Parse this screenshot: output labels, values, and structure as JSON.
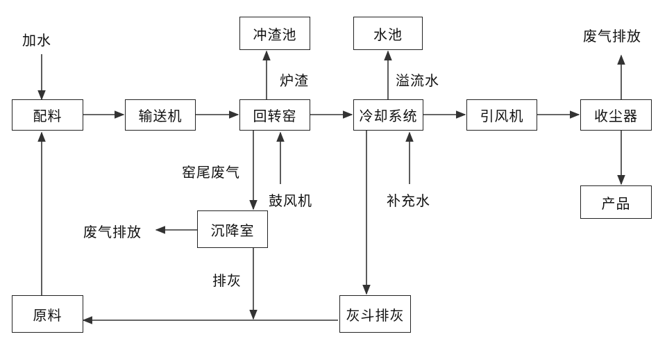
{
  "nodes": {
    "peiliao": "配料",
    "shusongji": "输送机",
    "huizhuanyao": "回转窑",
    "chongzhachi": "冲渣池",
    "shuichi": "水池",
    "lengque": "冷却系统",
    "yinfengji": "引风机",
    "shouchenqi": "收尘器",
    "chanpin": "产品",
    "chenjiangshi": "沉降室",
    "yuanliao": "原料",
    "huidou": "灰斗排灰"
  },
  "labels": {
    "jiashui": "加水",
    "luzha": "炉渣",
    "yiliushui": "溢流水",
    "feiqi_top": "废气排放",
    "yaowei": "窑尾废气",
    "gufengji": "鼓风机",
    "buchongshui": "补充水",
    "feiqi_left": "废气排放",
    "paihui": "排灰"
  },
  "colors": {
    "line": "#333333"
  }
}
